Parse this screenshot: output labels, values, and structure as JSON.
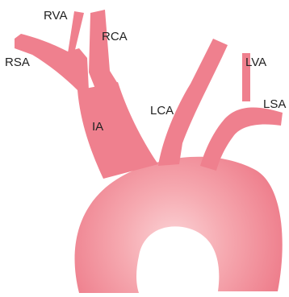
{
  "labels": {
    "rva": "RVA",
    "rca": "RCA",
    "rsa": "RSA",
    "ia": "IA",
    "lca": "LCA",
    "lva": "LVA",
    "lsa": "LSA"
  },
  "colors": {
    "vessel_base": "#ef7f8d",
    "vessel_highlight": "#f7b9bf",
    "vessel_edge": "#e9707f",
    "label_text": "#222222",
    "background": "#ffffff"
  }
}
